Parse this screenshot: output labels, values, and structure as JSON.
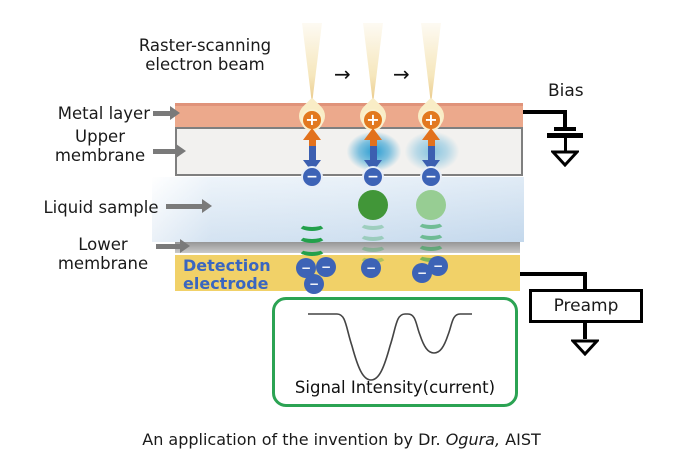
{
  "annotations": {
    "raster_line1": "Raster-scanning",
    "raster_line2": "electron beam",
    "metal_layer": "Metal layer",
    "upper_membrane_line1": "Upper",
    "upper_membrane_line2": "membrane",
    "liquid_sample": "Liquid sample",
    "lower_membrane_line1": "Lower",
    "lower_membrane_line2": "membrane",
    "detection_line1": "Detection",
    "detection_line2": "electrode",
    "bias": "Bias",
    "preamp": "Preamp",
    "signal_label": "Signal Intensity(current)"
  },
  "symbols": {
    "scan_arrow": "→",
    "plus": "+",
    "minus": "−"
  },
  "caption": {
    "prefix": "An application of the invention by Dr. ",
    "emphasis": "Ogura,",
    "suffix": " AIST"
  },
  "colors": {
    "metal_layer": "#ECA98C",
    "membrane_fill": "#F2F1EF",
    "membrane_border": "#7F7F7F",
    "liquid_blue": "#D9E7F4",
    "lower_membrane_gray": "#A9A9A9",
    "electrode_yellow": "#F1D168",
    "detection_text_blue": "#3A66C0",
    "charge_orange": "#E2791F",
    "charge_blue": "#3D63B6",
    "particle_dark_green": "#419638",
    "particle_light_green": "#97CD93",
    "ripple_green": "#23A04B",
    "beam_glow_blue": "#1F98D0",
    "beam_cream": "#F6E7BD",
    "signal_box_green": "#2BA353"
  }
}
